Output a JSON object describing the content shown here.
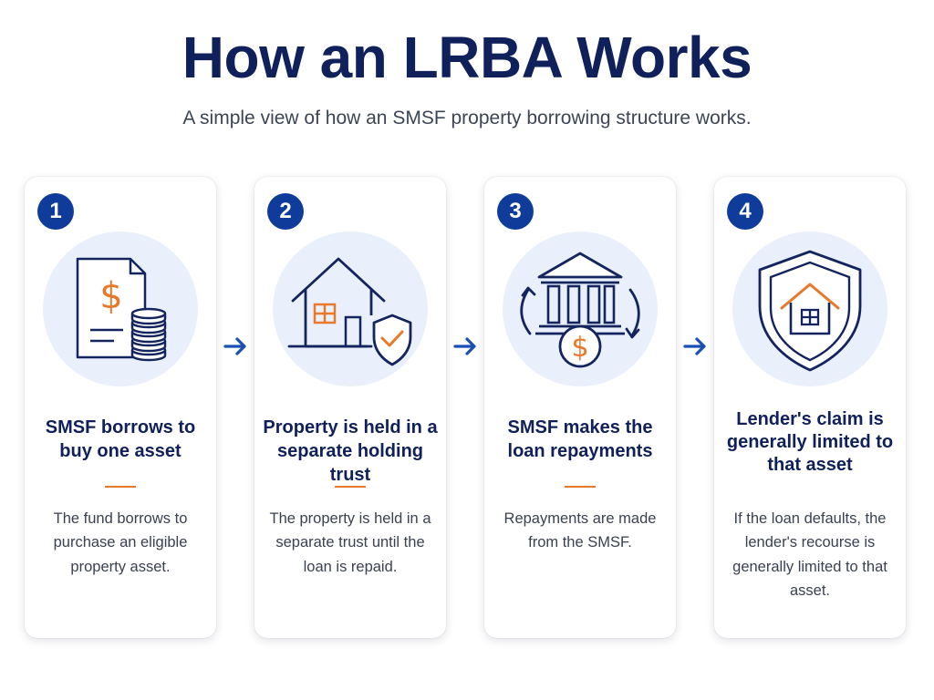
{
  "header": {
    "title": "How an LRBA Works",
    "subtitle": "A simple view of how an SMSF property borrowing structure works."
  },
  "steps": [
    {
      "number": "1",
      "icon": "document-dollar-coins-icon",
      "title": "SMSF borrows to buy one asset",
      "description": "The fund borrows to purchase an eligible property asset."
    },
    {
      "number": "2",
      "icon": "house-shield-icon",
      "title": "Property is held in a separate holding trust",
      "description": "The property is held in a separate trust until the loan is repaid."
    },
    {
      "number": "3",
      "icon": "bank-dollar-cycle-icon",
      "title": "SMSF makes the loan repayments",
      "description": "Repayments are made from the SMSF."
    },
    {
      "number": "4",
      "icon": "shield-house-icon",
      "title": "Lender's claim is generally limited to that asset",
      "description": "If the loan defaults, the lender's recourse is generally limited to that asset."
    }
  ],
  "colors": {
    "navy": "#10205a",
    "badge_blue": "#0f3b9a",
    "accent_orange": "#e8782a",
    "icon_bg": "#eaf0fb",
    "arrow_blue": "#1b4fb8"
  }
}
